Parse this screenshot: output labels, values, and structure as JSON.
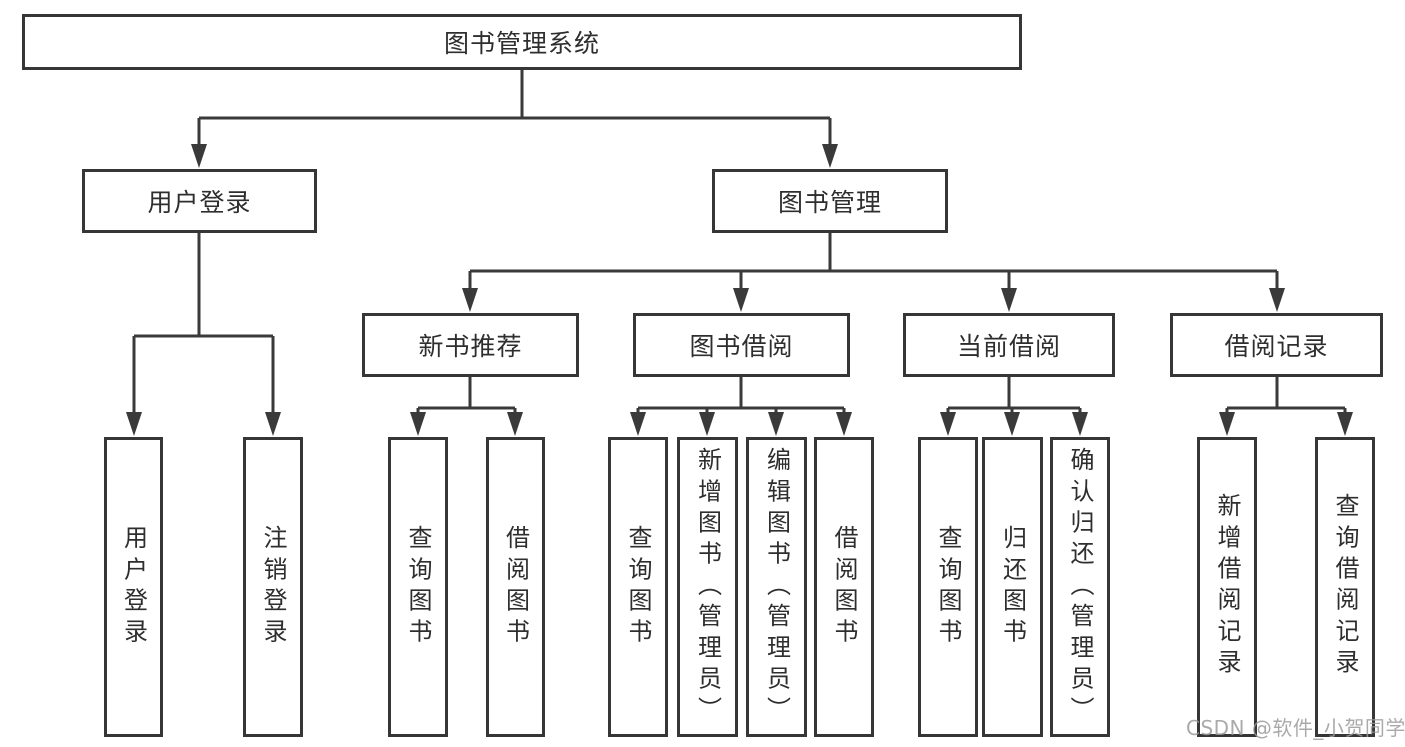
{
  "watermark": "CSDN @软件_小贺同学",
  "colors": {
    "background": "#ffffff",
    "box_border": "#363636",
    "connector_line": "#3a3a3a",
    "text": "#2e2e2e",
    "watermark_text": "#9c9c9c"
  },
  "tree": {
    "label": "图书管理系统",
    "children": [
      {
        "label": "用户登录",
        "children": [
          {
            "label": "用户登录"
          },
          {
            "label": "注销登录"
          }
        ]
      },
      {
        "label": "图书管理",
        "children": [
          {
            "label": "新书推荐",
            "children": [
              {
                "label": "查询图书"
              },
              {
                "label": "借阅图书"
              }
            ]
          },
          {
            "label": "图书借阅",
            "children": [
              {
                "label": "查询图书"
              },
              {
                "label": "新增图书（管理员）"
              },
              {
                "label": "编辑图书（管理员）"
              },
              {
                "label": "借阅图书"
              }
            ]
          },
          {
            "label": "当前借阅",
            "children": [
              {
                "label": "查询图书"
              },
              {
                "label": "归还图书"
              },
              {
                "label": "确认归还（管理员）"
              }
            ]
          },
          {
            "label": "借阅记录",
            "children": [
              {
                "label": "新增借阅记录"
              },
              {
                "label": "查询借阅记录"
              }
            ]
          }
        ]
      }
    ]
  }
}
